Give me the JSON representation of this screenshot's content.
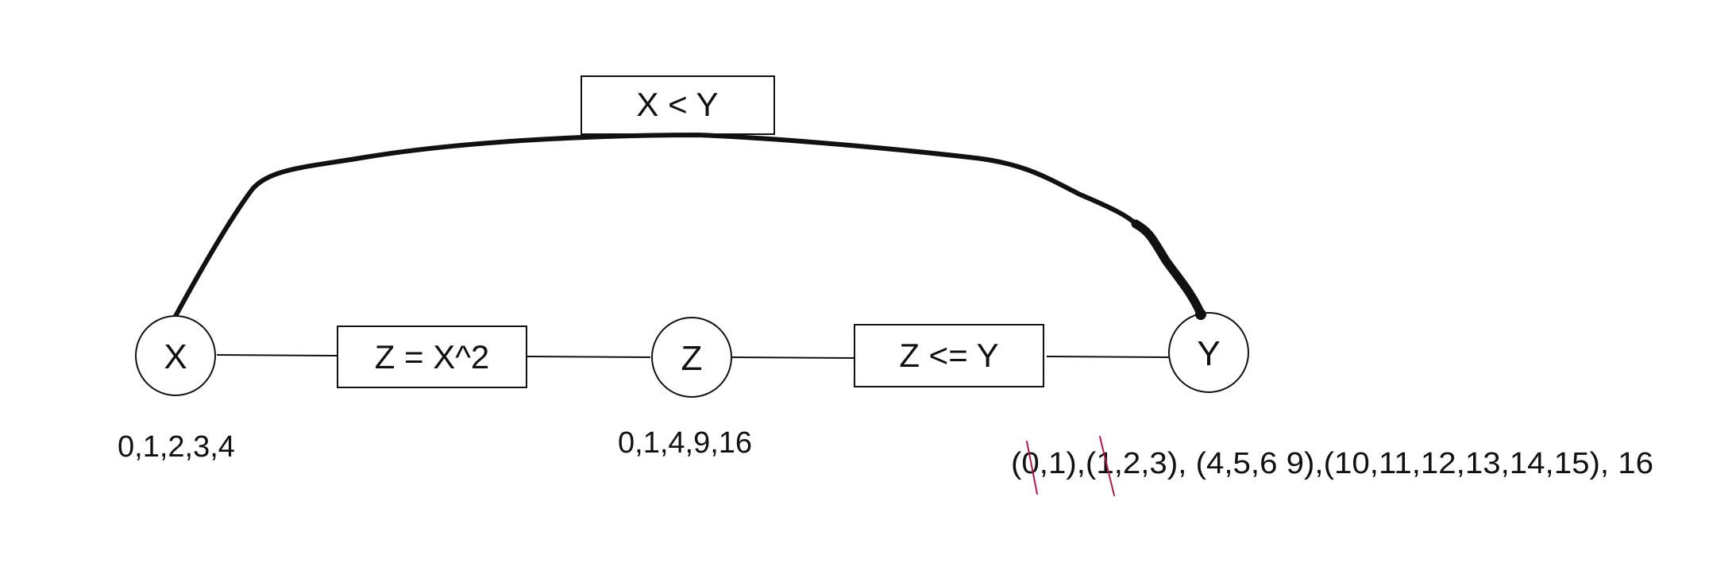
{
  "nodes": [
    {
      "id": "x",
      "label": "X",
      "domain": "0,1,2,3,4"
    },
    {
      "id": "z",
      "label": "Z",
      "domain": "0,1,4,9,16"
    },
    {
      "id": "y",
      "label": "Y",
      "domain": "(0,1),(1,2,3), (4,5,6 9),(10,11,12,13,14,15), 16"
    }
  ],
  "constraints": [
    {
      "id": "z-eq-x-sq",
      "label": "Z = X^2"
    },
    {
      "id": "z-le-y",
      "label": "Z <= Y"
    },
    {
      "id": "x-lt-y",
      "label": "X < Y"
    }
  ],
  "colors": {
    "stroke": "#111111",
    "strike": "#b0194a",
    "background": "#ffffff"
  }
}
